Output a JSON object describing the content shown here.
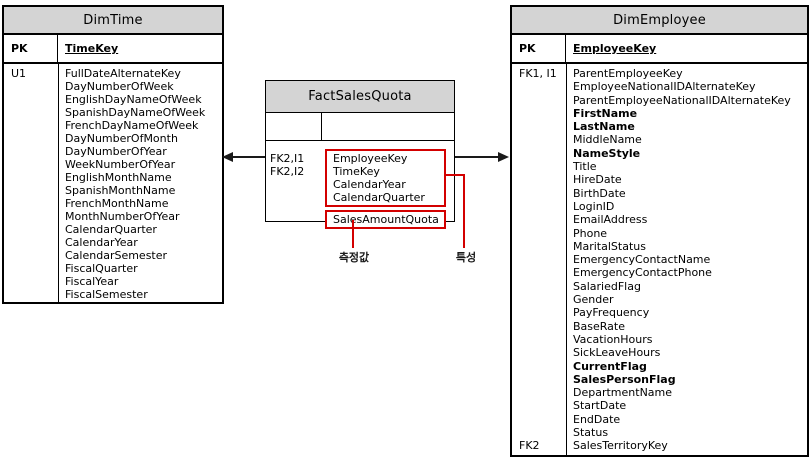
{
  "colors": {
    "header_bg": "#d4d4d4",
    "table_border": "#000000",
    "highlight_red": "#d30000",
    "arrow": "#1a1a1a"
  },
  "tables": {
    "dimTime": {
      "title": "DimTime",
      "pk": {
        "label": "PK",
        "field": "TimeKey"
      },
      "rows": [
        {
          "key": "U1",
          "name": "FullDateAlternateKey"
        },
        {
          "name": "DayNumberOfWeek"
        },
        {
          "name": "EnglishDayNameOfWeek"
        },
        {
          "name": "SpanishDayNameOfWeek"
        },
        {
          "name": "FrenchDayNameOfWeek"
        },
        {
          "name": "DayNumberOfMonth"
        },
        {
          "name": "DayNumberOfYear"
        },
        {
          "name": "WeekNumberOfYear"
        },
        {
          "name": "EnglishMonthName"
        },
        {
          "name": "SpanishMonthName"
        },
        {
          "name": "FrenchMonthName"
        },
        {
          "name": "MonthNumberOfYear"
        },
        {
          "name": "CalendarQuarter"
        },
        {
          "name": "CalendarYear"
        },
        {
          "name": "CalendarSemester"
        },
        {
          "name": "FiscalQuarter"
        },
        {
          "name": "FiscalYear"
        },
        {
          "name": "FiscalSemester"
        }
      ]
    },
    "factSalesQuota": {
      "title": "FactSalesQuota",
      "key_lines": [
        "FK2,I1",
        "FK2,I2"
      ],
      "attribute_fields": [
        "EmployeeKey",
        "TimeKey",
        "CalendarYear",
        "CalendarQuarter"
      ],
      "measure_fields": [
        "SalesAmountQuota"
      ]
    },
    "dimEmployee": {
      "title": "DimEmployee",
      "pk": {
        "label": "PK",
        "field": "EmployeeKey"
      },
      "rows": [
        {
          "key": "FK1, I1",
          "name": "ParentEmployeeKey"
        },
        {
          "name": "EmployeeNationalIDAlternateKey"
        },
        {
          "name": "ParentEmployeeNationalIDAlternateKey"
        },
        {
          "name": "FirstName",
          "bold": true
        },
        {
          "name": "LastName",
          "bold": true
        },
        {
          "name": "MiddleName"
        },
        {
          "name": "NameStyle",
          "bold": true
        },
        {
          "name": "Title"
        },
        {
          "name": "HireDate"
        },
        {
          "name": "BirthDate"
        },
        {
          "name": "LoginID"
        },
        {
          "name": "EmailAddress"
        },
        {
          "name": "Phone"
        },
        {
          "name": "MaritalStatus"
        },
        {
          "name": "EmergencyContactName"
        },
        {
          "name": "EmergencyContactPhone"
        },
        {
          "name": "SalariedFlag"
        },
        {
          "name": "Gender"
        },
        {
          "name": "PayFrequency"
        },
        {
          "name": "BaseRate"
        },
        {
          "name": "VacationHours"
        },
        {
          "name": "SickLeaveHours"
        },
        {
          "name": "CurrentFlag",
          "bold": true
        },
        {
          "name": "SalesPersonFlag",
          "bold": true
        },
        {
          "name": "DepartmentName"
        },
        {
          "name": "StartDate"
        },
        {
          "name": "EndDate"
        },
        {
          "name": "Status"
        },
        {
          "key": "FK2",
          "name": "SalesTerritoryKey"
        }
      ]
    }
  },
  "annotations": {
    "measure": "측정값",
    "attribute": "특성"
  }
}
